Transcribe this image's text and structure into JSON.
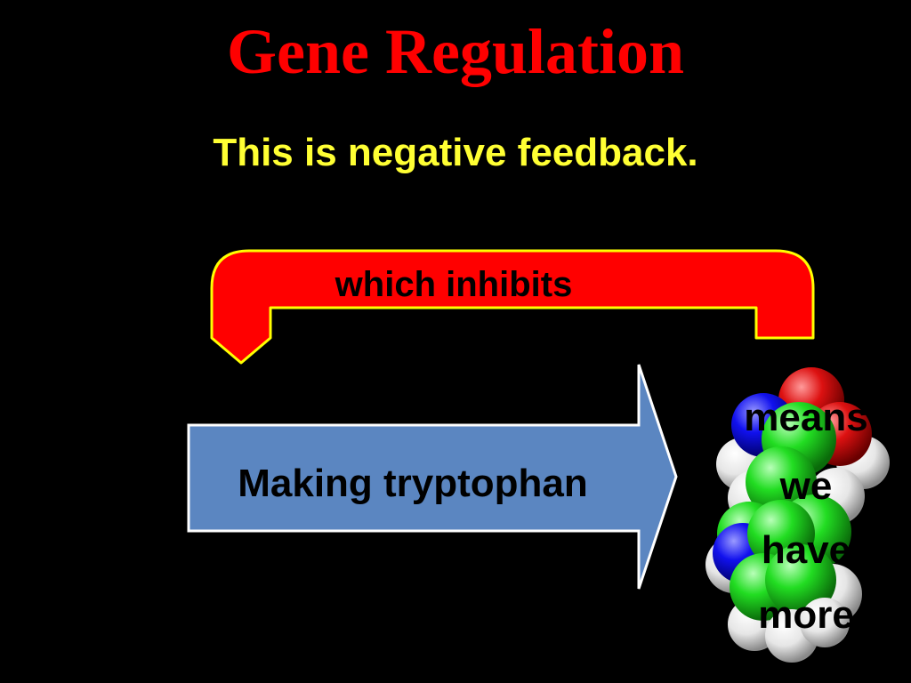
{
  "slide": {
    "title": "Gene Regulation",
    "subtitle": "This is negative feedback.",
    "loop_label": "which inhibits",
    "arrow_label": "Making tryptophan",
    "molecule_words": [
      "means",
      "we",
      "have",
      "more"
    ]
  },
  "colors": {
    "background": "#000000",
    "title": "#ff0000",
    "subtitle": "#ffff33",
    "loop_fill": "#ff0000",
    "loop_outline": "#ffff00",
    "arrow_fill": "#5b86c1",
    "arrow_outline": "#ffffff",
    "atom_carbon": "#22dd22",
    "atom_hydrogen": "#e6e6e6",
    "atom_oxygen": "#dd1111",
    "atom_nitrogen": "#1111ee"
  },
  "icons": {
    "loop": "feedback-loop-arrow",
    "arrow": "process-arrow",
    "molecule": "tryptophan-molecule-icon"
  }
}
